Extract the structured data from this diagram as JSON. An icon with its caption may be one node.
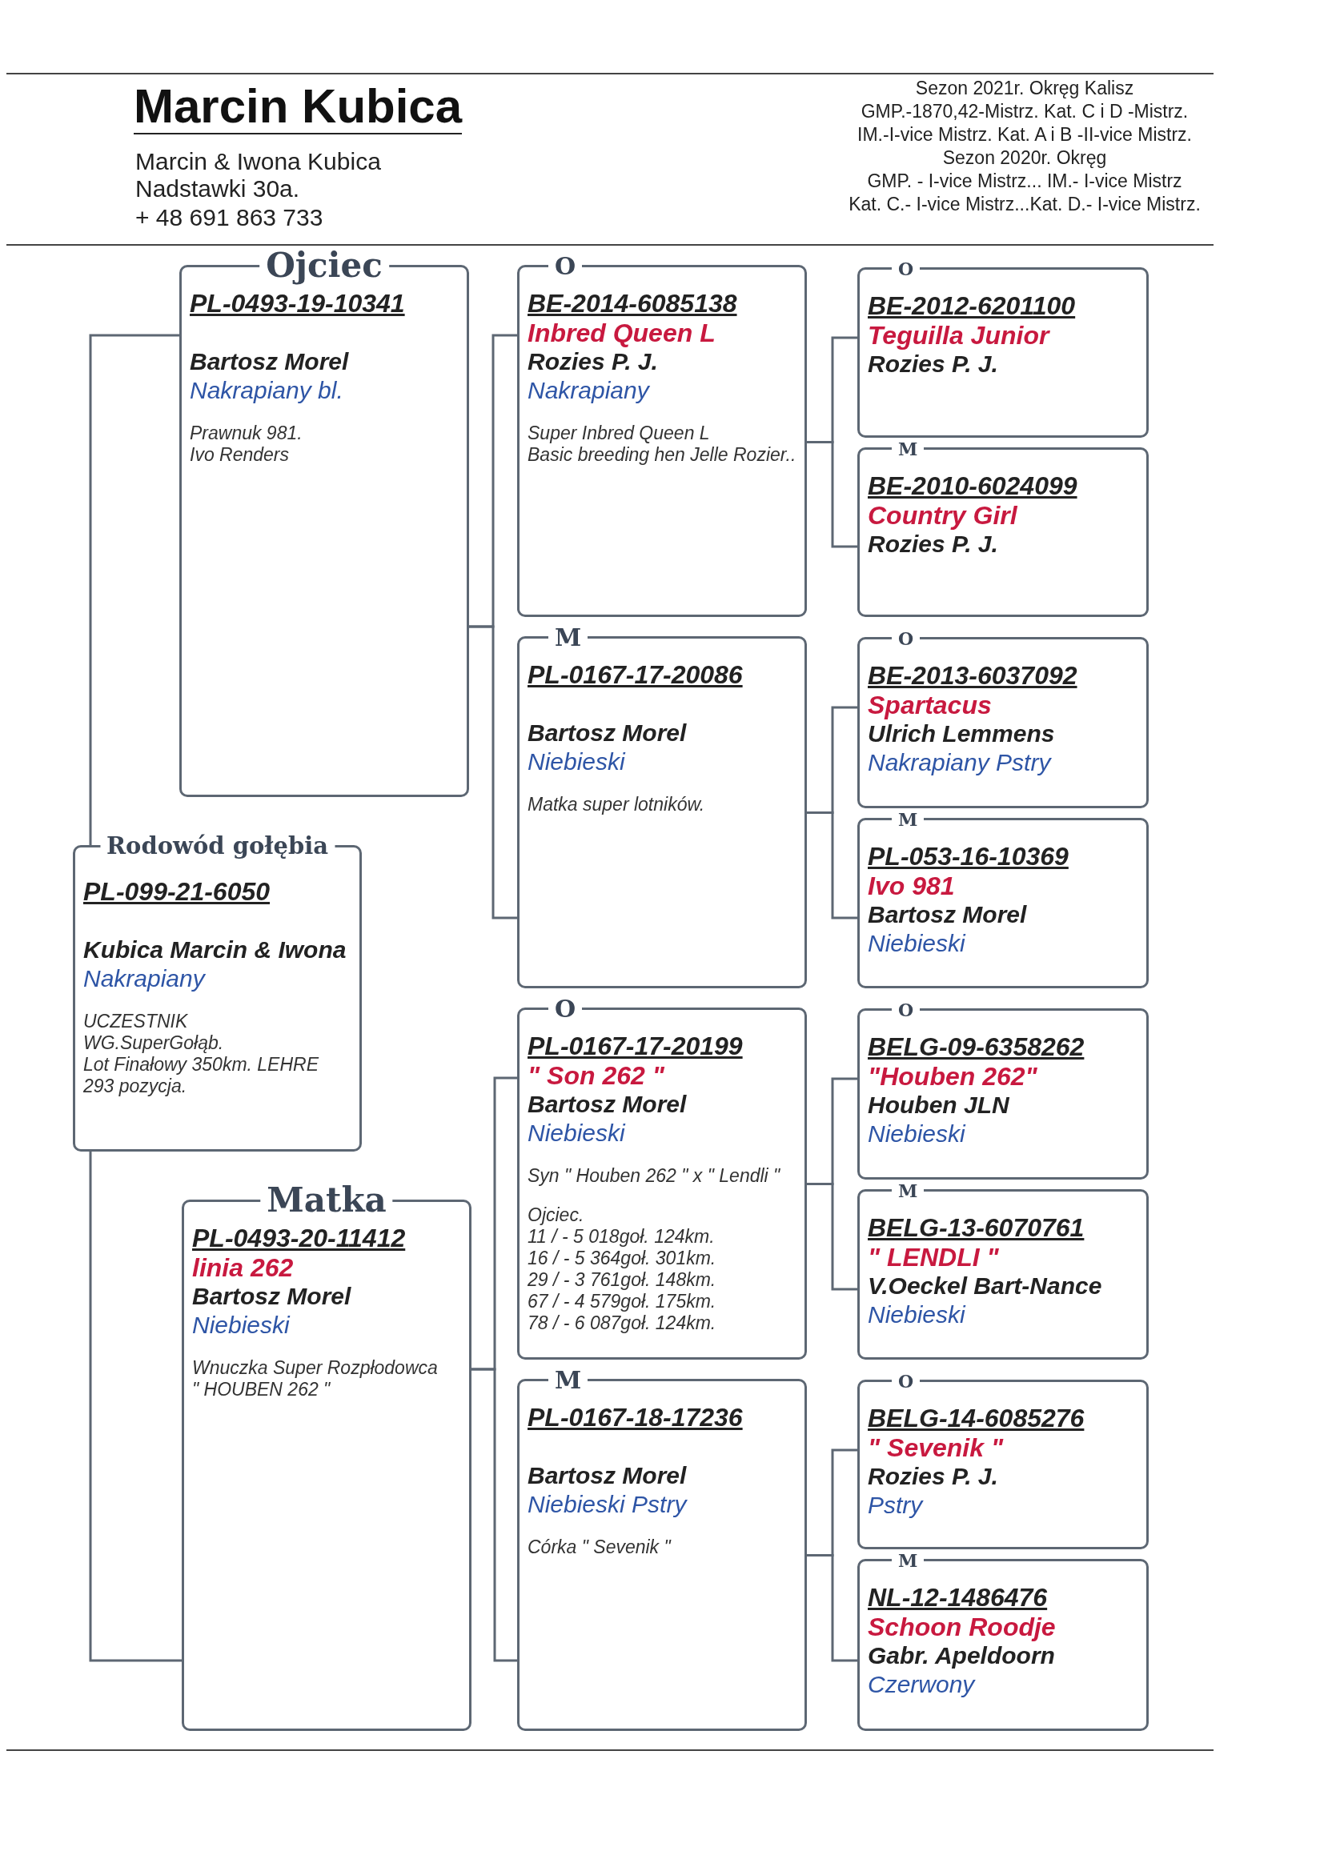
{
  "diagram": {
    "title": "Marcin Kubica",
    "nodes": [
      {
        "text": [
          "Ojciec",
          "PL-0493-19-10341",
          "Bartosz Morel",
          "Nakrapiany bl.",
          "Prawnuk 981.",
          "Ivo Renders"
        ]
      },
      {
        "text": [
          "O",
          "BE-2014-6085138",
          "Inbred Queen L",
          "Rozies P. J.",
          "Nakrapiany",
          "Super Inbred Queen L",
          "Basic breeding hen Jelle Rozier.."
        ]
      },
      {
        "text": [
          "O",
          "BE-2012-6201100",
          "Teguilla Junior",
          "Rozies P. J."
        ]
      },
      {
        "text": [
          "M",
          "BE-2010-6024099",
          "Country Girl",
          "Rozies P. J."
        ]
      },
      {
        "text": [
          "M",
          "PL-0167-17-20086",
          "Bartosz Morel",
          "Niebieski",
          "Matka super lotników."
        ]
      },
      {
        "text": [
          "O",
          "BE-2013-6037092",
          "Spartacus",
          "Ulrich Lemmens",
          "Nakrapiany Pstry"
        ]
      },
      {
        "text": [
          "M",
          "PL-053-16-10369",
          "Ivo 981",
          "Bartosz Morel",
          "Niebieski"
        ]
      },
      {
        "text": [
          "Rodowód gołębia",
          "PL-099-21-6050",
          "Kubica Marcin & Iwona",
          "Nakrapiany",
          "UCZESTNIK",
          "WG.SuperGołąb.",
          "Lot Finałowy 350km. LEHRE 293 pozycja."
        ]
      },
      {
        "text": [
          "Matka",
          "PL-0493-20-11412",
          "linia 262",
          "Bartosz Morel",
          "Niebieski",
          "Wnuczka Super Rozpłodowca",
          "\" HOUBEN 262 \""
        ]
      },
      {
        "text": [
          "O",
          "PL-0167-17-20199",
          "\" Son 262 \"",
          "Bartosz Morel",
          "Niebieski",
          "Syn \" Houben 262 \" x \" Lendli \"",
          "Ojciec.",
          "11 / - 5 018goł. 124km.",
          "16 / - 5 364goł. 301km.",
          "29 / - 3 761goł. 148km.",
          "67 / - 4 579goł. 175km.",
          "78 / - 6 087goł. 124km."
        ]
      },
      {
        "text": [
          "O",
          "BELG-09-6358262",
          "\"Houben 262\"",
          "Houben JLN",
          "Niebieski"
        ]
      },
      {
        "text": [
          "M",
          "BELG-13-6070761",
          "\" LENDLI \"",
          "V.Oeckel Bart-Nance",
          "Niebieski"
        ]
      },
      {
        "text": [
          "M",
          "PL-0167-18-17236",
          "Bartosz Morel",
          "Niebieski Pstry",
          "Córka \" Sevenik \""
        ]
      },
      {
        "text": [
          "O",
          "BELG-14-6085276",
          "\" Sevenik \"",
          "Rozies P. J.",
          "Pstry"
        ]
      },
      {
        "text": [
          "M",
          "NL-12-1486476",
          "Schoon Roodje",
          "Gabr. Apeldoorn",
          "Czerwony"
        ]
      }
    ],
    "edges": [
      {
        "from": 7,
        "to": 0,
        "arrow": "none"
      },
      {
        "from": 7,
        "to": 8,
        "arrow": "none"
      },
      {
        "from": 0,
        "to": 1,
        "arrow": "none"
      },
      {
        "from": 0,
        "to": 4,
        "arrow": "none"
      },
      {
        "from": 1,
        "to": 2,
        "arrow": "none"
      },
      {
        "from": 1,
        "to": 3,
        "arrow": "none"
      },
      {
        "from": 4,
        "to": 5,
        "arrow": "none"
      },
      {
        "from": 4,
        "to": 6,
        "arrow": "none"
      },
      {
        "from": 8,
        "to": 9,
        "arrow": "none"
      },
      {
        "from": 8,
        "to": 12,
        "arrow": "none"
      },
      {
        "from": 9,
        "to": 10,
        "arrow": "none"
      },
      {
        "from": 9,
        "to": 11,
        "arrow": "none"
      },
      {
        "from": 12,
        "to": 13,
        "arrow": "none"
      },
      {
        "from": 12,
        "to": 14,
        "arrow": "none"
      }
    ],
    "labels": [
      "Marcin & Iwona Kubica",
      "Nadstawki 30a.",
      "+ 48 691 863 733",
      "Sezon 2021r. Okręg Kalisz",
      "GMP.-1870,42-Mistrz. Kat. C i D -Mistrz.",
      "IM.-I-vice Mistrz. Kat. A i B -II-vice Mistrz.",
      "Sezon 2020r.  Okręg",
      "GMP. - I-vice Mistrz... IM.- I-vice Mistrz",
      "Kat. C.- I-vice Mistrz...Kat. D.- I-vice Mistrz."
    ]
  }
}
